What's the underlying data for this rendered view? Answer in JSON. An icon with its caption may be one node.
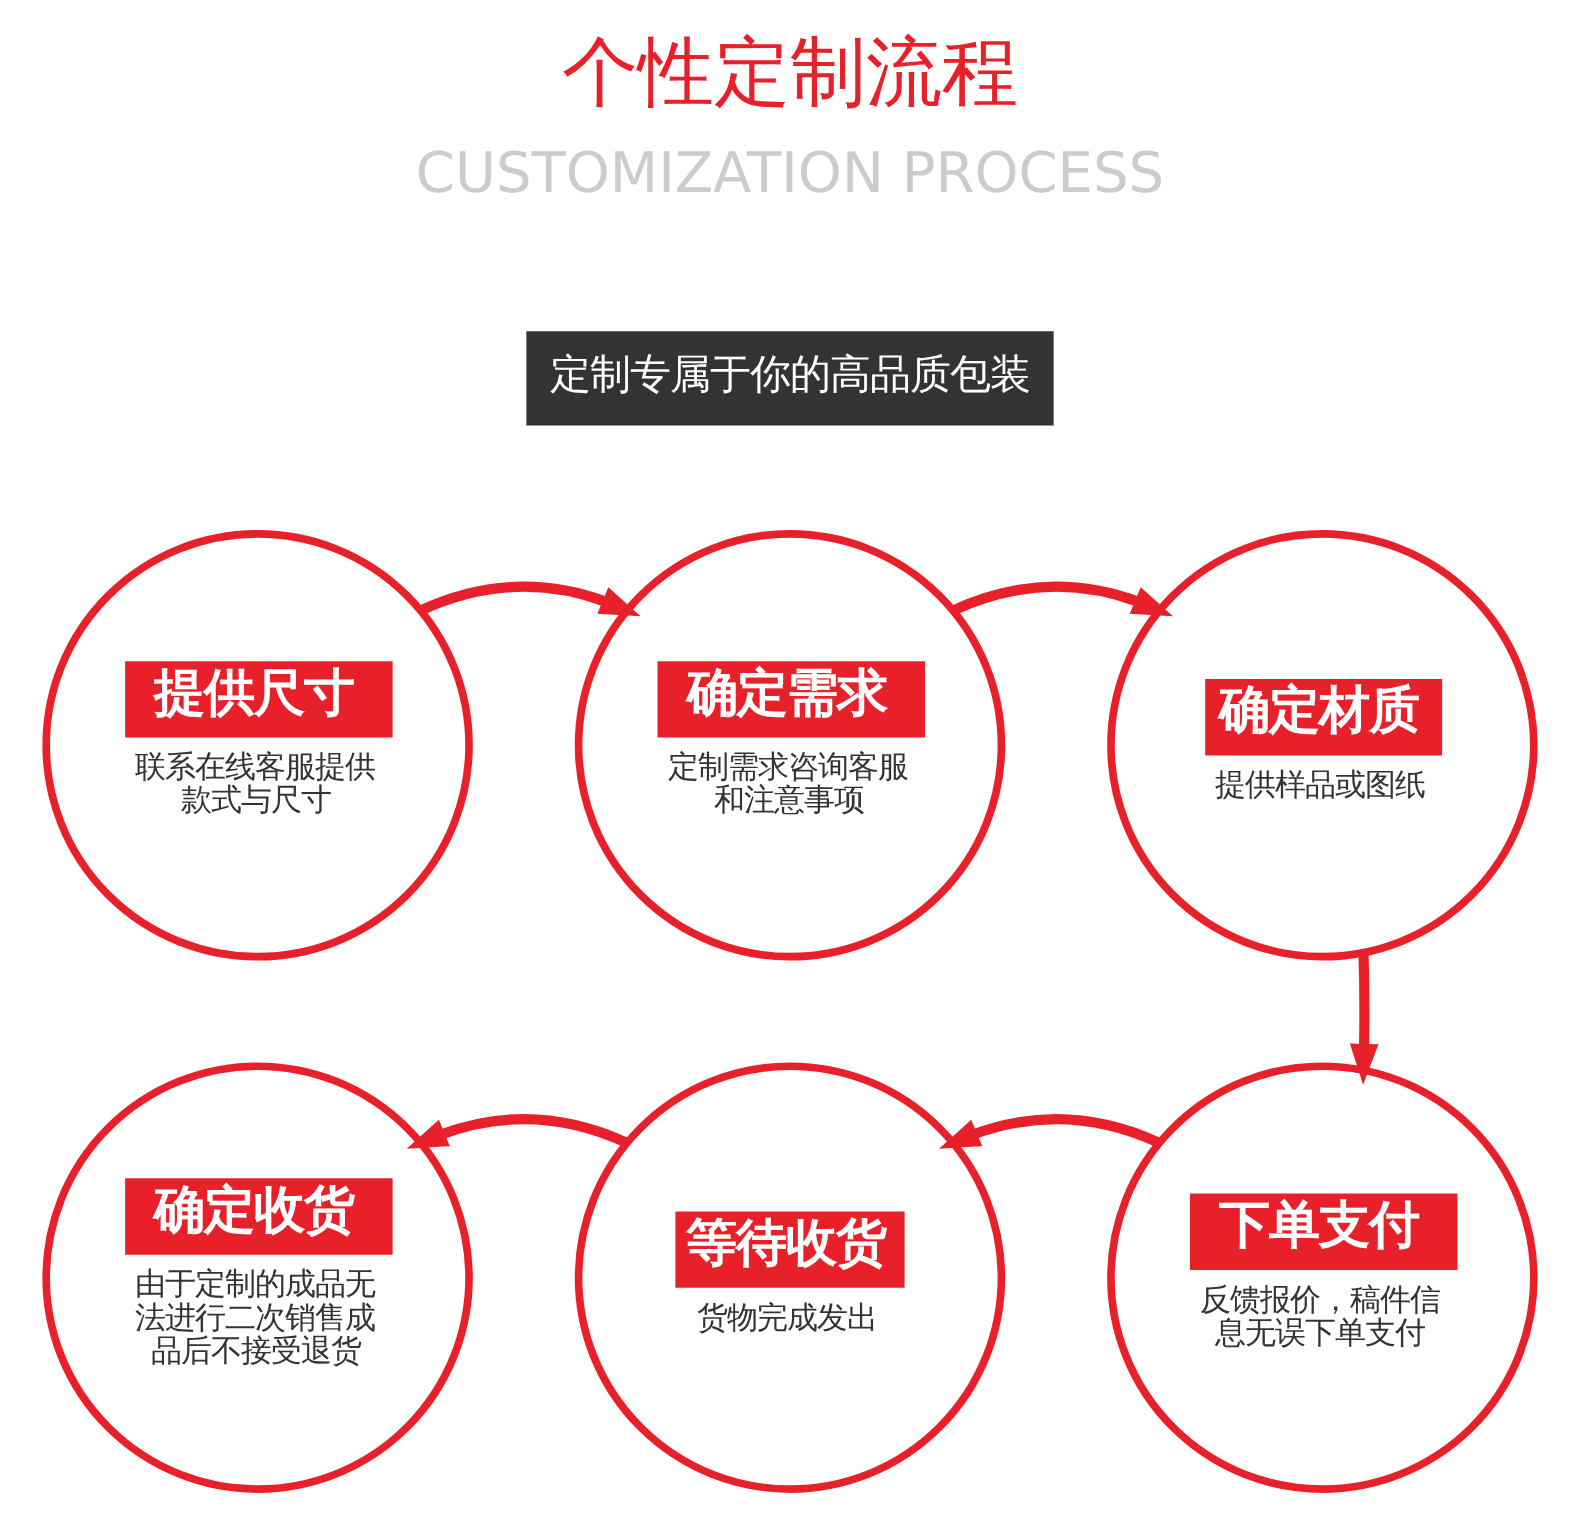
{
  "diagram": {
    "title": "个性定制流程",
    "nodes": [
      {
        "text": [
          "提供尺寸",
          "联系在线客服提供款式与尺寸"
        ]
      },
      {
        "text": [
          "确定需求",
          "定制需求咨询客服和注意事项"
        ]
      },
      {
        "text": [
          "确定材质",
          "提供样品或图纸"
        ]
      },
      {
        "text": [
          "下单支付",
          "反馈报价，稿件信息无误下单支付"
        ]
      },
      {
        "text": [
          "等待收货",
          "货物完成发出"
        ]
      },
      {
        "text": [
          "确定收货",
          "由于定制的成品无法进行二次销售成品后不接受退货"
        ]
      }
    ],
    "edges": [
      {
        "from": 0,
        "to": 1,
        "arrow": "to"
      },
      {
        "from": 1,
        "to": 2,
        "arrow": "to"
      },
      {
        "from": 2,
        "to": 3,
        "arrow": "to"
      },
      {
        "from": 3,
        "to": 4,
        "arrow": "to"
      },
      {
        "from": 4,
        "to": 5,
        "arrow": "to"
      }
    ],
    "labels": [
      "CUSTOMIZATION PROCESS",
      "定制专属于你的高品质包装"
    ]
  }
}
